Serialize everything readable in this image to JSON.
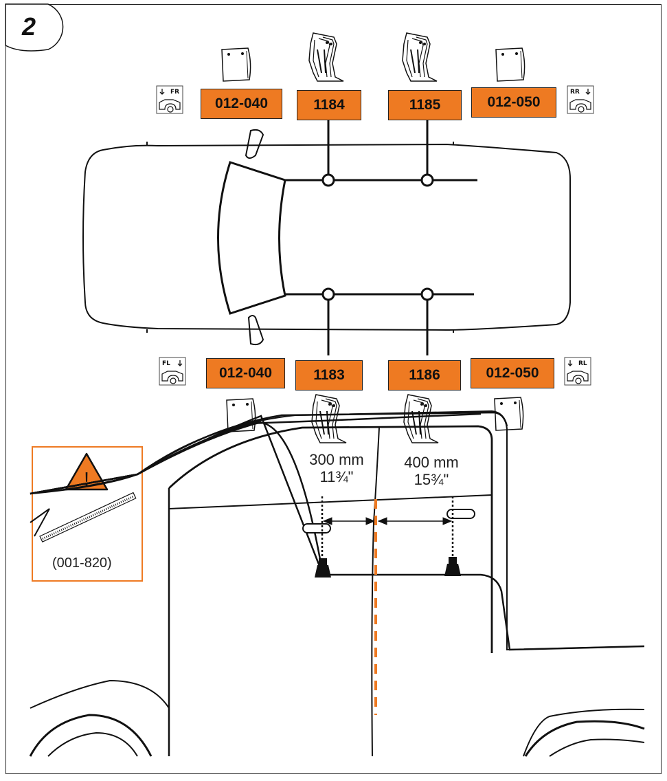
{
  "step": {
    "number": "2"
  },
  "parts": {
    "front_right_pad": "012-040",
    "front_right_foot": "1184",
    "rear_right_foot": "1185",
    "rear_right_pad": "012-050",
    "front_left_pad": "012-040",
    "front_left_foot": "1183",
    "rear_left_foot": "1186",
    "rear_left_pad": "012-050"
  },
  "positions": {
    "fr": "FR",
    "rr": "RR",
    "fl": "FL",
    "rl": "RL"
  },
  "tool": {
    "code": "(001-820)",
    "icon": "warning-ruler",
    "warning_symbol": "!"
  },
  "dimensions": {
    "front_mm": "300 mm",
    "front_in": "11¾\"",
    "rear_mm": "400 mm",
    "rear_in": "15¾\""
  },
  "colors": {
    "accent": "#ee7a22",
    "line": "#111111"
  }
}
